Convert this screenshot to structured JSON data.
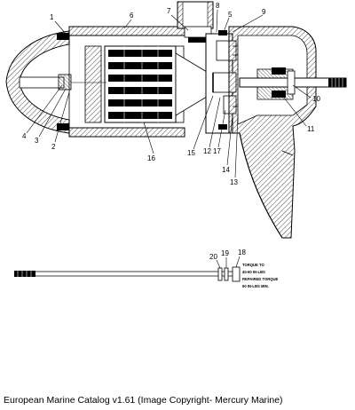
{
  "diagram": {
    "callouts": {
      "c1": "1",
      "c2": "2",
      "c3": "3",
      "c4": "4",
      "c5": "5",
      "c6": "6",
      "c7": "7",
      "c8": "8",
      "c9": "9",
      "c10": "10",
      "c11": "11",
      "c12": "12",
      "c13": "13",
      "c14": "14",
      "c15": "15",
      "c16": "16",
      "c17": "17",
      "c18": "18",
      "c19": "19",
      "c20": "20"
    },
    "torque_note": {
      "line1": "TORQUE TO",
      "line2": "40-60 IN-LBS",
      "line3": "REPAIRED TORQUE",
      "line4": "60 IN-LBS MIN."
    }
  },
  "caption": "European Marine Catalog v1.61 (Image Copyright- Mercury Marine)"
}
